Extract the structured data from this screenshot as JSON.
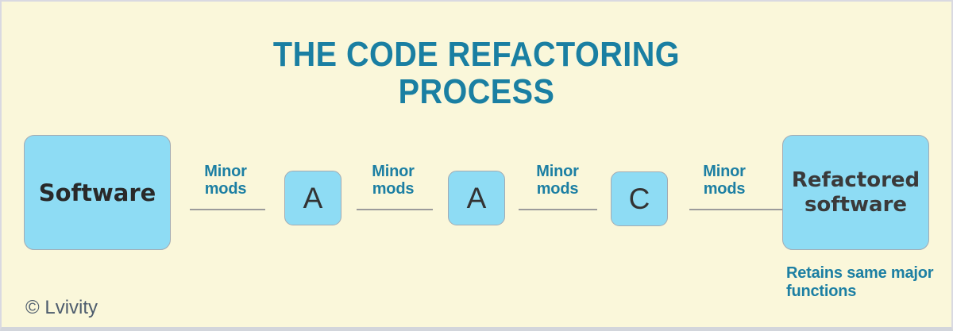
{
  "title": {
    "line1": "THE CODE REFACTORING",
    "line2": "PROCESS"
  },
  "diagram": {
    "start_box_label": "Software",
    "end_box_label": "Refactored software",
    "end_box_note": "Retains same major functions",
    "connectors": [
      {
        "label": "Minor mods"
      },
      {
        "label": "Minor mods"
      },
      {
        "label": "Minor mods"
      },
      {
        "label": "Minor mods"
      }
    ],
    "step_boxes": [
      {
        "label": "A"
      },
      {
        "label": "A"
      },
      {
        "label": "C"
      }
    ]
  },
  "footer": {
    "copyright": "© Lvivity"
  },
  "colors": {
    "background": "#FAF7DA",
    "box_fill": "#8EDCF4",
    "box_border": "#A3ABB3",
    "accent_teal": "#1A7FA2",
    "connector_line": "#9B9B9B",
    "dark_text": "#2B2B2B",
    "copyright_text": "#4D5C6D",
    "outer_border": "#D9D9E1"
  }
}
